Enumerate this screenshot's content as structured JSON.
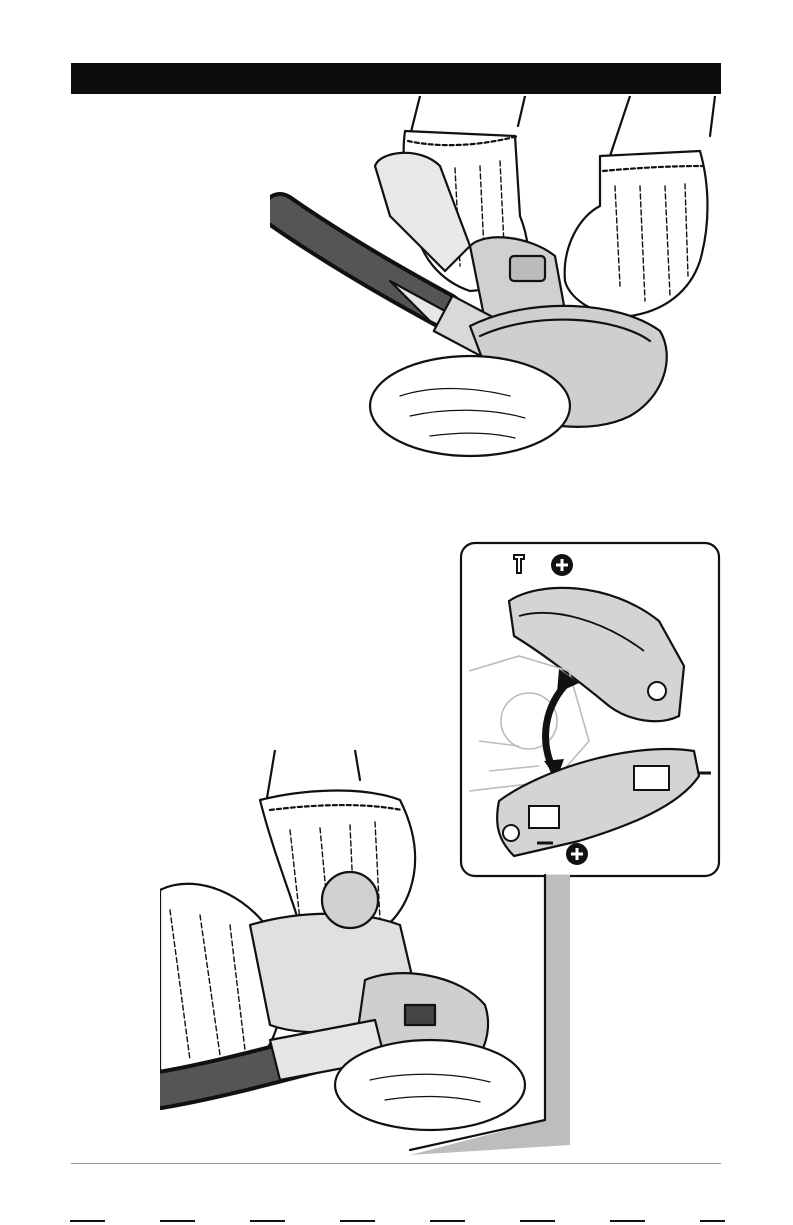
{
  "page": {
    "header_bar": {
      "color": "#0d0d0d",
      "text": ""
    },
    "footer_rule": {
      "color": "#9a9a9a"
    }
  },
  "illustrations": [
    {
      "id": "fig-top",
      "depicts": "gloved-hands-holding-angle-grinder-with-dust-shroud-and-vacuum-hose"
    },
    {
      "id": "fig-inset",
      "depicts": "shroud-front-section-rotation-with-screws"
    },
    {
      "id": "fig-bottom",
      "depicts": "grinding-into-corner-with-shroud-section-removed"
    }
  ],
  "icons": [
    "screw-icon",
    "plus-icon",
    "rotate-arrow-icon"
  ]
}
